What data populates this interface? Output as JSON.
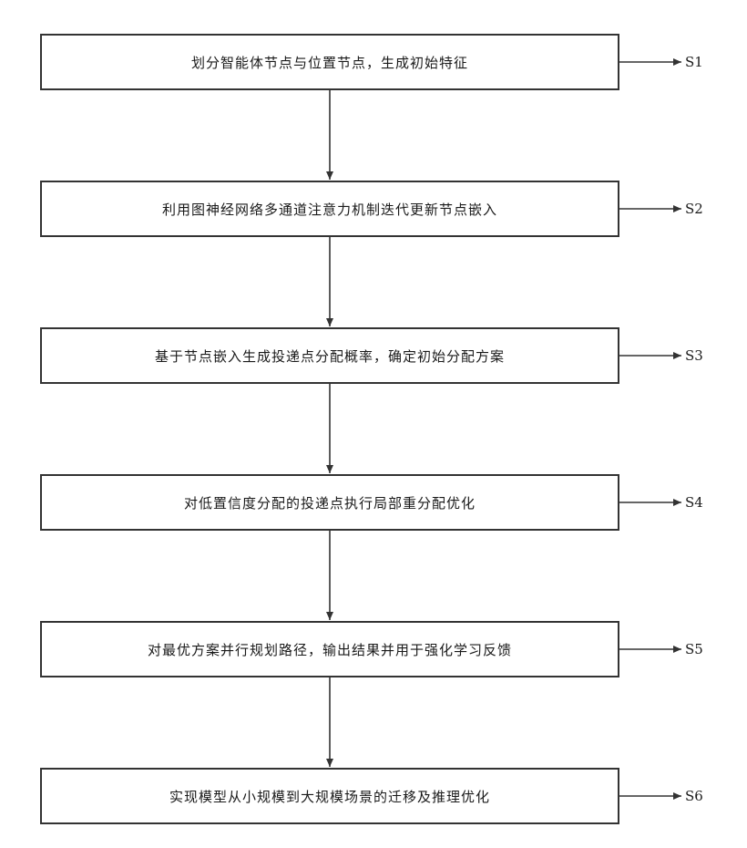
{
  "flowchart": {
    "steps": [
      {
        "id": "S1",
        "text": "划分智能体节点与位置节点，生成初始特征"
      },
      {
        "id": "S2",
        "text": "利用图神经网络多通道注意力机制迭代更新节点嵌入"
      },
      {
        "id": "S3",
        "text": "基于节点嵌入生成投递点分配概率，确定初始分配方案"
      },
      {
        "id": "S4",
        "text": "对低置信度分配的投递点执行局部重分配优化"
      },
      {
        "id": "S5",
        "text": "对最优方案并行规划路径，输出结果并用于强化学习反馈"
      },
      {
        "id": "S6",
        "text": "实现模型从小规模到大规模场景的迁移及推理优化"
      }
    ]
  },
  "colors": {
    "line": "#333333",
    "box_fill": "#ffffff",
    "text": "#1a1a1a"
  }
}
